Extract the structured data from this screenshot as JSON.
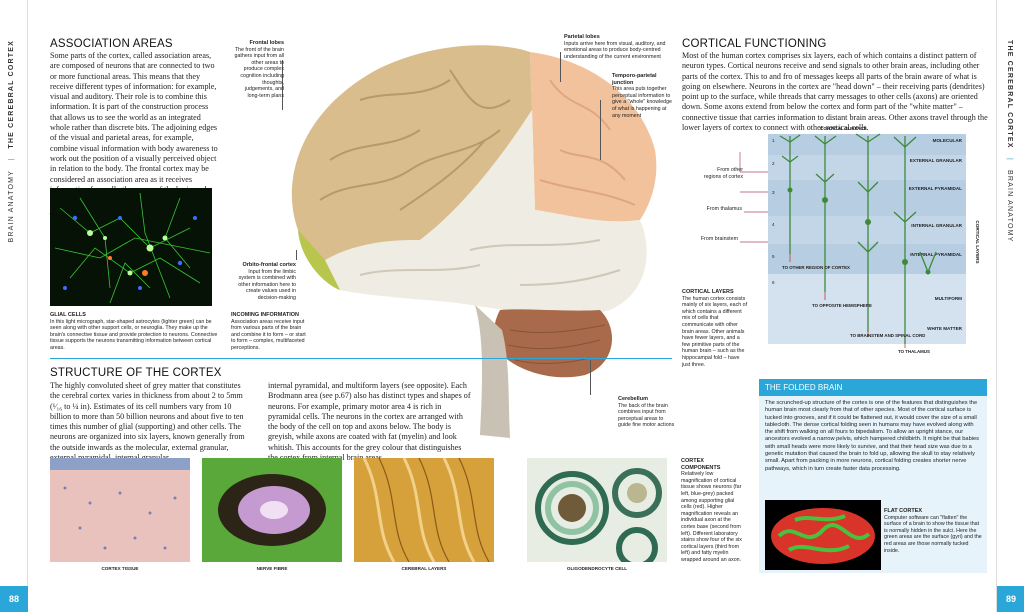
{
  "page": {
    "left_page_number": "88",
    "right_page_number": "89",
    "left_running_head": {
      "section": "BRAIN ANATOMY",
      "chapter": "THE CEREBRAL CORTEX"
    },
    "right_running_head": {
      "chapter": "THE CEREBRAL CORTEX",
      "section": "BRAIN ANATOMY"
    }
  },
  "association": {
    "heading": "ASSOCIATION AREAS",
    "text": "Some parts of the cortex, called association areas, are composed of neurons that are connected to two or more functional areas. This means that they receive different types of information: for example, visual and auditory. Their role is to combine this information. It is part of the construction process that allows us to see the world as an integrated whole rather than discrete bits. The adjoining edges of the visual and parietal areas, for example, combine visual information with body awareness to work out the position of a visually perceived object in relation to the body. The frontal cortex may be considered an association area as it receives information from all other areas of the brain and combines it. The product of this mix is thoughts, judgements, and conscious feelings."
  },
  "glial": {
    "title": "GLIAL CELLS",
    "text": "In this light micrograph, star-shaped astrocytes (lighter green) can be seen along with other support cells, or neuroglia. They make up the brain's connective tissue and provide protection to neurons. Connective tissue supports the neurons transmitting information between cortical areas."
  },
  "brain_labels": {
    "frontal": {
      "title": "Frontal lobes",
      "text": "The front of the brain gathers input from all other areas to produce complex cognition including thoughts, judgements, and long-term plans"
    },
    "parietal": {
      "title": "Parietal lobes",
      "text": "Inputs arrive here from visual, auditory, and emotional areas to produce body-centred understanding of the current environment"
    },
    "temporo": {
      "title": "Temporo-parietal junction",
      "text": "This area puts together perceptual information to give a \"whole\" knowledge of what is happening at any moment"
    },
    "orbito": {
      "title": "Orbito-frontal cortex",
      "text": "Input from the limbic system is combined with other information here to create values used in decision-making"
    },
    "incoming": {
      "title": "INCOMING INFORMATION",
      "text": "Association areas receive input from various parts of the brain and combine it to form – or start to form – complex, multifaceted perceptions."
    },
    "cerebellum": {
      "title": "Cerebellum",
      "text": "The back of the brain combines input from perceptual areas to guide fine motor actions"
    }
  },
  "structure": {
    "heading": "STRUCTURE OF THE CORTEX",
    "text_col1": "The highly convoluted sheet of grey matter that constitutes the cerebral cortex varies in thickness from about 2 to 5mm (¹⁄₁₆ to ¼ in). Estimates of its cell numbers vary from 10 billion to more than 50 billion neurons and about five to ten times this number of glial (supporting) and other cells. The neurons are organized into six layers, known generally from the outside inwards as the molecular, external granular, external pyramidal, internal granular,",
    "text_col2": "internal pyramidal, and multiform layers (see opposite). Each Brodmann area (see p.67) also has distinct types and shapes of neurons. For example, primary motor area 4 is rich in pyramidal cells. The neurons in the cortex are arranged with the body of the cell on top and axons below. The body is greyish, while axons are coated with fat (myelin) and look whitish. This accounts for the grey colour that distinguishes the cortex from internal brain areas."
  },
  "micro_captions": [
    "CORTEX TISSUE",
    "NERVE FIBRE",
    "CEREBRAL LAYERS",
    "OLIGODENDROCYTE CELL"
  ],
  "components": {
    "title": "CORTEX COMPONENTS",
    "text": "Relatively low magnification of cortical tissue shows neurons (far left, blue-grey) packed among supporting glial cells (red). Higher magnification reveals an individual axon at the cortex base (second from left). Different laboratory stains show four of the six cortical layers (third from left) and fatty myelin wrapped around an axon."
  },
  "functioning": {
    "heading": "CORTICAL FUNCTIONING",
    "text": "Most of the human cortex comprises six layers, each of which contains a distinct pattern of neuron types. Cortical neurons receive and send signals to other brain areas, including other parts of the cortex. This to and fro of messages keeps all parts of the brain aware of what is going on elsewhere. Neurons in the cortex are \"head down\" – their receiving parts (dendrites) point up to the surface, while threads that carry messages to other cells (axons) are oriented down. Some axons extend from below the cortex and form part of the \"white matter\" – connective tissue that carries information to distant brain areas. Other axons travel through the lower layers of cortex to connect with other cortical cells."
  },
  "layers_diagram": {
    "surface_label": "CORTICAL SURFACE",
    "side_label": "CORTICAL LAYERS",
    "layer_names": [
      "MOLECULAR",
      "EXTERNAL GRANULAR",
      "EXTERNAL PYRAMIDAL",
      "INTERNAL GRANULAR",
      "INTERNAL PYRAMIDAL",
      "MULTIFORM",
      "WHITE MATTER"
    ],
    "layer_numbers": [
      "1",
      "2",
      "3",
      "4",
      "5",
      "6"
    ],
    "inputs": [
      "From other regions of cortex",
      "From thalamus",
      "From brainstem"
    ],
    "outputs": [
      "TO OTHER REGION OF CORTEX",
      "TO OPPOSITE HEMISPHERE",
      "TO BRAINSTEM AND SPINAL CORD",
      "TO THALAMUS"
    ],
    "caption_title": "CORTICAL LAYERS",
    "caption_text": "The human cortex consists mainly of six layers, each of which contains a different mix of cells that communicate with other brain areas. Other animals have fewer layers, and a few primitive parts of the human brain – such as the hippocampal fold – have just three."
  },
  "folded": {
    "title": "THE FOLDED BRAIN",
    "text": "The scrunched-up structure of the cortex is one of the features that distinguishes the human brain most clearly from that of other species. Most of the cortical surface is tucked into grooves, and if it could be flattened out, it would cover the size of a small tablecloth. The dense cortical folding seen in humans may have evolved along with the shift from walking on all fours to bipedalism. To allow an upright stance, our ancestors evolved a narrow pelvis, which hampered childbirth. It might be that babies with small heads were more likely to survive, and that their head size was due to a genetic mutation that caused the brain to fold up, allowing the skull to stay relatively small. Apart from packing in more neurons, cortical folding creates shorter nerve pathways, which in turn create faster data processing.",
    "flat_title": "FLAT CORTEX",
    "flat_text": "Computer software can \"flatten\" the surface of a brain to show the tissue that is normally hidden in the sulci. Here the green areas are the surface (gyri) and the red areas are those normally tucked inside."
  },
  "colors": {
    "accent": "#2aa7d8",
    "frontal": "#d9bd8c",
    "parietal": "#f2c29c",
    "temporal": "#efece3",
    "cerebellum": "#a86a4a"
  }
}
